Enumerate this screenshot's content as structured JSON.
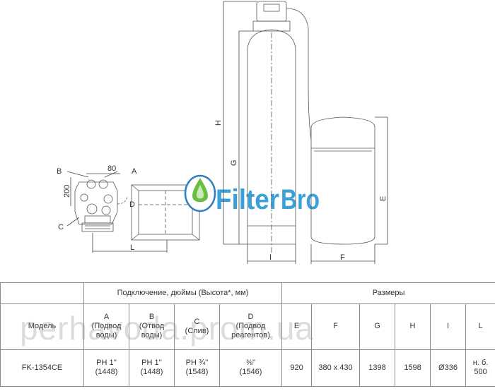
{
  "brand": {
    "name": "FilterBro",
    "part1": "Filter",
    "part2": "Bro",
    "colors": {
      "filter": "#3aa0d8",
      "bro": "#3aa0d8",
      "drop_green": "#6cbf3e",
      "drop_blue": "#2f7fc0"
    }
  },
  "watermark": "perhavoda.prom.ua",
  "diagram": {
    "labels": {
      "A": "A",
      "B": "B",
      "C": "C",
      "D": "D",
      "L": "L",
      "H": "H",
      "G": "G",
      "E": "E",
      "I": "I",
      "F": "F"
    },
    "dims": {
      "width": "80",
      "height": "200"
    }
  },
  "table": {
    "group_connection": "Подключение, дюймы (Высота*, мм)",
    "group_sizes": "Размеры",
    "model_header": "Модель",
    "col_a_letter": "A",
    "col_a_desc": "(Подвод воды)",
    "col_b_letter": "B",
    "col_b_desc": "(Отвод воды)",
    "col_c_letter": "C",
    "col_c_desc": "(Слив)",
    "col_d_letter": "D",
    "col_d_desc": "(Подвод реагентов)",
    "col_e": "E",
    "col_f": "F",
    "col_g": "G",
    "col_h": "H",
    "col_i": "I",
    "col_l": "L",
    "row": {
      "model": "FK-1354CE",
      "a_thread": "PH 1''",
      "a_height": "(1448)",
      "b_thread": "PH 1''",
      "b_height": "(1448)",
      "c_thread": "PH ¾''",
      "c_height": "(1548)",
      "d_thread": "⅜''",
      "d_height": "(1546)",
      "e": "920",
      "f": "380 x 430",
      "g": "1398",
      "h": "1598",
      "i": "Ø336",
      "l": "н. б. 500"
    }
  }
}
